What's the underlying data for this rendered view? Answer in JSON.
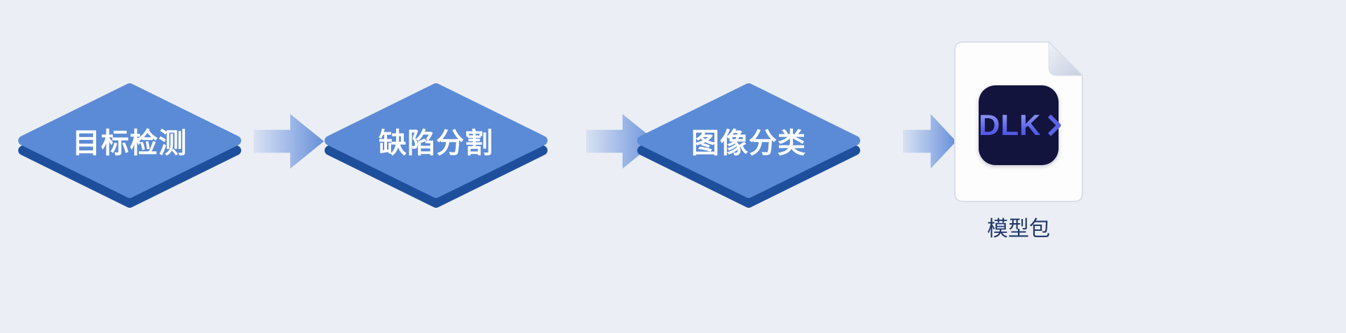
{
  "page": {
    "background": "#ebeef4"
  },
  "flow": {
    "nodes": [
      {
        "label": "目标检测"
      },
      {
        "label": "缺陷分割"
      },
      {
        "label": "图像分类"
      }
    ],
    "node_fill": "#5b8bd6",
    "node_shadow": "#1e4f9c",
    "arrow_gradient_start": "#d9e2f3",
    "arrow_gradient_end": "#6690d9"
  },
  "output": {
    "logo_text": "DLK",
    "label": "模型包",
    "logo_background": "#12143d",
    "logo_text_color": "#6d74ec"
  }
}
